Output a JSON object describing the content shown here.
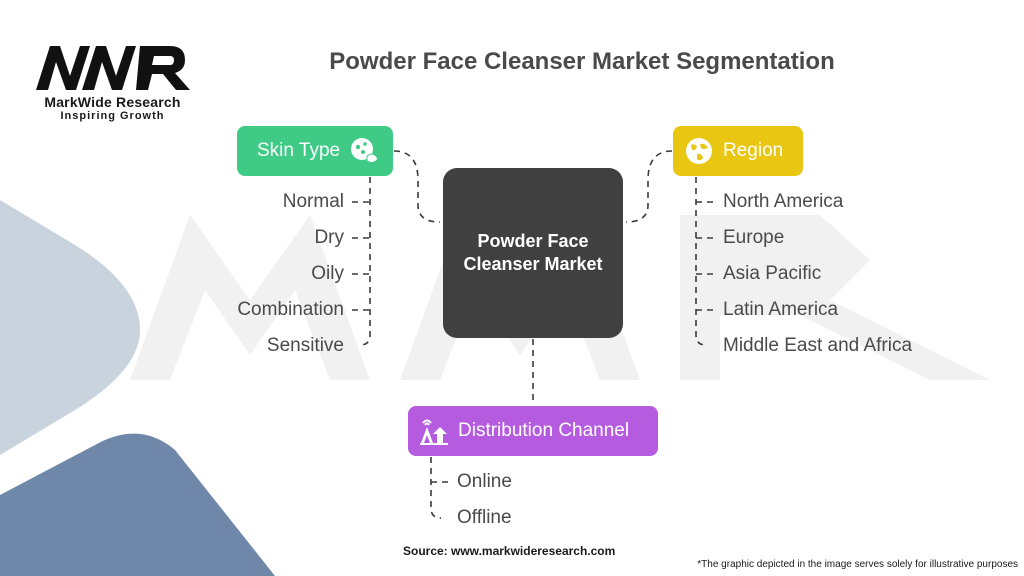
{
  "brand": {
    "name": "MarkWide Research",
    "tagline": "Inspiring Growth",
    "mark": "MWR"
  },
  "title": "Powder Face Cleanser Market Segmentation",
  "center": {
    "label": "Powder Face Cleanser Market"
  },
  "segments": {
    "skin_type": {
      "label": "Skin Type",
      "icon": "face-skin-icon",
      "color": "#3fcb86",
      "items": [
        "Normal",
        "Dry",
        "Oily",
        "Combination",
        "Sensitive"
      ]
    },
    "region": {
      "label": "Region",
      "icon": "globe-icon",
      "color": "#e8c611",
      "items": [
        "North America",
        "Europe",
        "Asia Pacific",
        "Latin America",
        "Middle East and Africa"
      ]
    },
    "distribution_channel": {
      "label": "Distribution Channel",
      "icon": "distribution-icon",
      "color": "#b45be0",
      "items": [
        "Online",
        "Offline"
      ]
    }
  },
  "footer": {
    "source": "Source: www.markwideresearch.com",
    "disclaimer": "*The graphic depicted in the image serves solely for illustrative purposes"
  },
  "colors": {
    "center_box": "#404040",
    "title_text": "#4a4a4a",
    "connector": "#3a3a3a"
  }
}
